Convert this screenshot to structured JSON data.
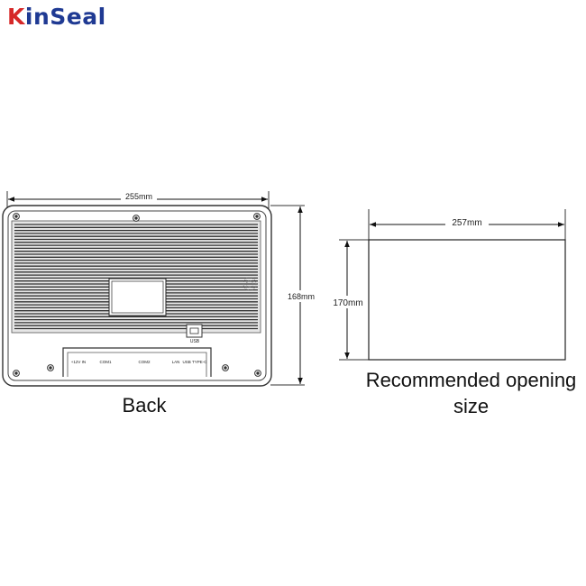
{
  "brand": {
    "name": "KinSeal",
    "name_prefix": "K",
    "name_rest": "inSeal",
    "colors": {
      "primary": "#1f3a93",
      "accent": "#d62828"
    }
  },
  "back_view": {
    "caption": "Back",
    "width_label": "255mm",
    "height_label": "168mm",
    "port_labels": [
      "+12V IN",
      "COM1",
      "COM2",
      "LAN",
      "USB\nTYPE-C"
    ],
    "usb_label": "USB"
  },
  "opening": {
    "caption_line1": "Recommended opening",
    "caption_line2": "size",
    "width_label": "257mm",
    "height_label": "170mm"
  }
}
